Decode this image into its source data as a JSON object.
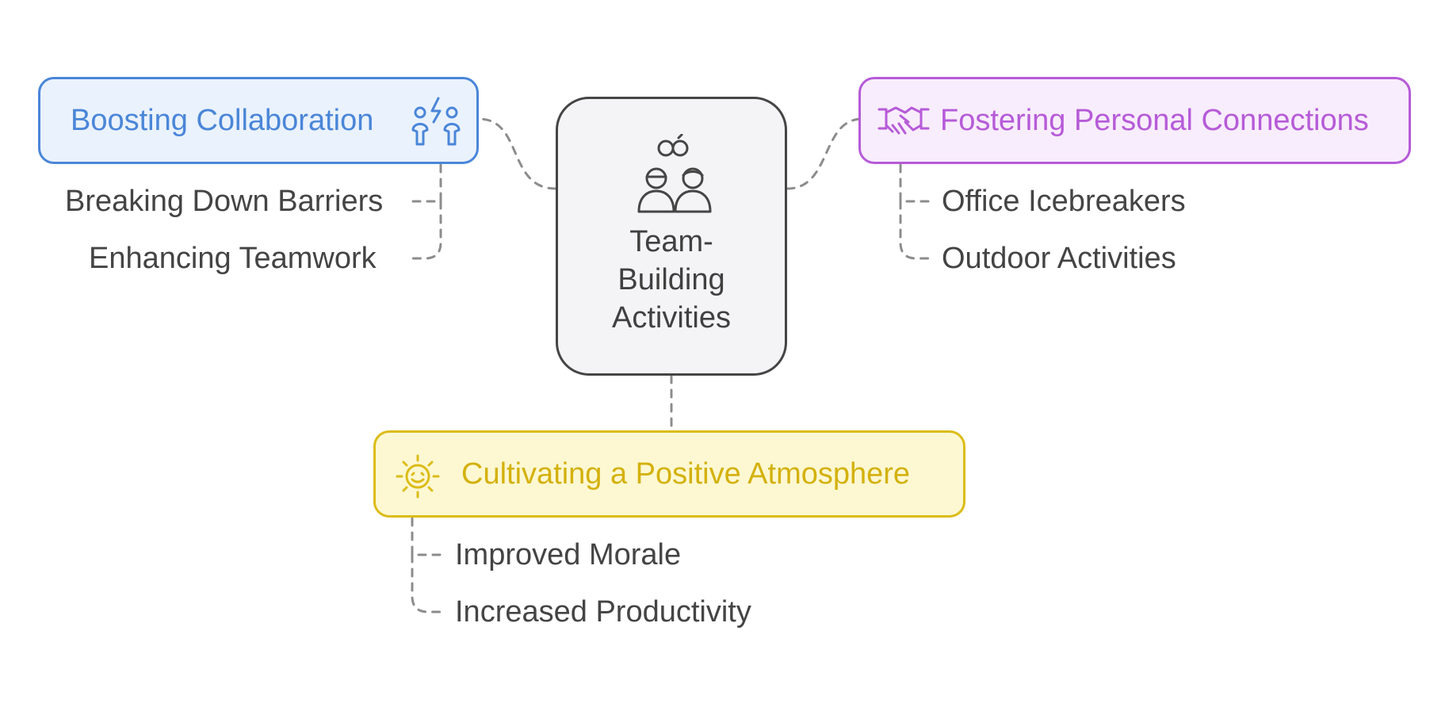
{
  "center": {
    "title_lines": [
      "Team-",
      "Building",
      "Activities"
    ],
    "icon": "team-people-icon"
  },
  "branches": {
    "collaboration": {
      "label": "Boosting Collaboration",
      "icon": "people-spark-icon",
      "color": "#4a86d8",
      "fill": "#eaf2fd",
      "items": [
        "Breaking Down Barriers",
        "Enhancing Teamwork"
      ]
    },
    "connections": {
      "label": "Fostering Personal Connections",
      "icon": "handshake-icon",
      "color": "#b65bd8",
      "fill": "#f8edfc",
      "items": [
        "Office Icebreakers",
        "Outdoor Activities"
      ]
    },
    "atmosphere": {
      "label": "Cultivating a Positive Atmosphere",
      "icon": "smiling-sun-icon",
      "color": "#dcbc17",
      "fill": "#fdf8d2",
      "items": [
        "Improved Morale",
        "Increased Productivity"
      ]
    }
  },
  "connector_color": "#8c8c8c"
}
